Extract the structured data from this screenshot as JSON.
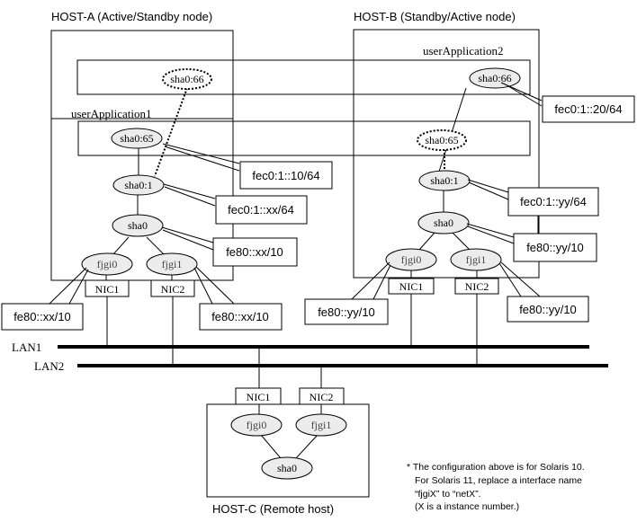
{
  "hosts": {
    "a": {
      "title": "HOST-A (Active/Standby node)"
    },
    "b": {
      "title": "HOST-B (Standby/Active node)"
    },
    "c": {
      "title": "HOST-C (Remote host)"
    }
  },
  "user_applications": {
    "app1": "userApplication1",
    "app2": "userApplication2"
  },
  "nodes": {
    "a_sha066": "sha0:66",
    "a_sha065": "sha0:65",
    "a_sha01": "sha0:1",
    "a_sha0": "sha0",
    "a_fjgi0": "fjgi0",
    "a_fjgi1": "fjgi1",
    "b_sha066": "sha0:66",
    "b_sha065": "sha0:65",
    "b_sha01": "sha0:1",
    "b_sha0": "sha0",
    "b_fjgi0": "fjgi0",
    "b_fjgi1": "fjgi1",
    "c_fjgi0": "fjgi0",
    "c_fjgi1": "fjgi1",
    "c_sha0": "sha0"
  },
  "nics": {
    "a_nic1": "NIC1",
    "a_nic2": "NIC2",
    "b_nic1": "NIC1",
    "b_nic2": "NIC2",
    "c_nic1": "NIC1",
    "c_nic2": "NIC2"
  },
  "addresses": {
    "a_app1": "fec0:1::10/64",
    "a_sha01": "fec0:1::xx/64",
    "a_sha0": "fe80::xx/10",
    "a_fjgi0": "fe80::xx/10",
    "a_fjgi1": "fe80::xx/10",
    "b_app2": "fec0:1::20/64",
    "b_sha01": "fec0:1::yy/64",
    "b_sha0": "fe80::yy/10",
    "b_fjgi0": "fe80::yy/10",
    "b_fjgi1": "fe80::yy/10"
  },
  "lans": {
    "lan1": "LAN1",
    "lan2": "LAN2"
  },
  "note": {
    "line1": "* The configuration above is for Solaris 10.",
    "line2": "For Solaris 11, replace a interface name",
    "line3": "“fjgiX” to “netX”.",
    "line4": "(X is a instance number.)"
  },
  "colors": {
    "node_fill": "#ececec",
    "line": "#000000",
    "background": "#ffffff"
  }
}
